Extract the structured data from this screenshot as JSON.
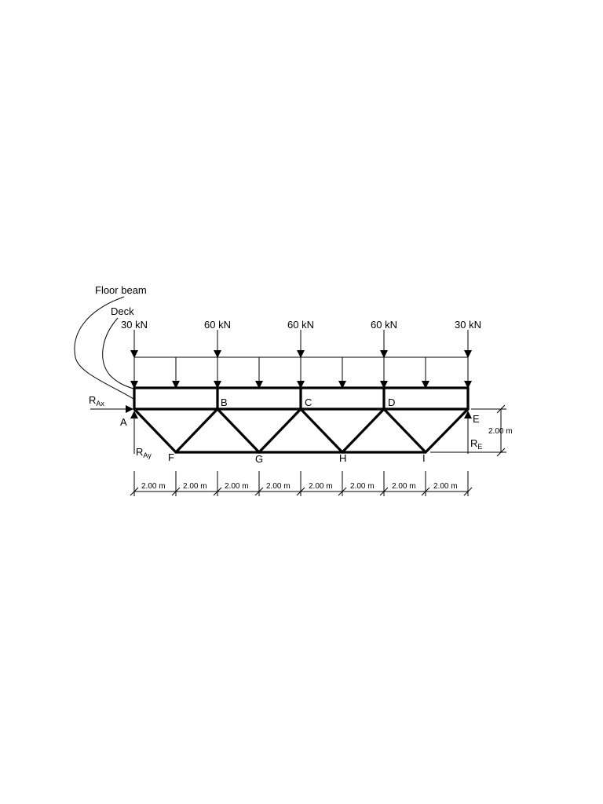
{
  "callouts": {
    "floor_beam": "Floor beam",
    "deck": "Deck"
  },
  "loads": [
    "30 kN",
    "60 kN",
    "60 kN",
    "60 kN",
    "30 kN"
  ],
  "nodes": {
    "A": "A",
    "B": "B",
    "C": "C",
    "D": "D",
    "E": "E",
    "F": "F",
    "G": "G",
    "H": "H",
    "I": "I"
  },
  "reactions": {
    "rax_main": "R",
    "rax_sub": "Ax",
    "ray_main": "R",
    "ray_sub": "Ay",
    "re_main": "R",
    "re_sub": "E"
  },
  "dimensions": {
    "height": "2.00 m",
    "spans": [
      "2.00 m",
      "2.00 m",
      "2.00 m",
      "2.00 m",
      "2.00 m",
      "2.00 m",
      "2.00 m",
      "2.00 m"
    ]
  }
}
